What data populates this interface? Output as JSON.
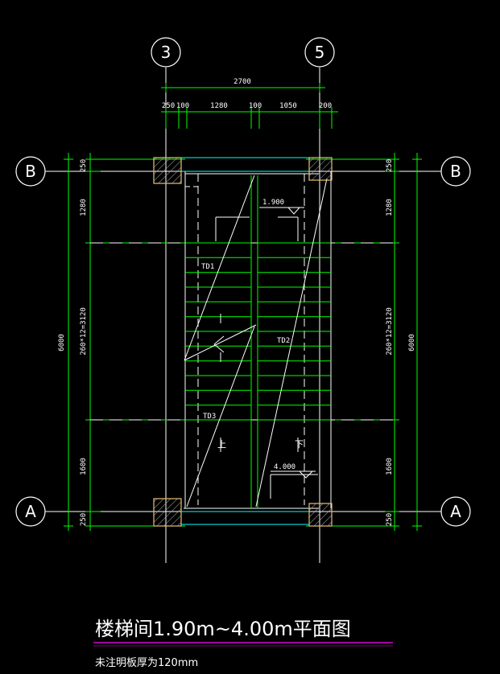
{
  "axes": {
    "top_left": "3",
    "top_right": "5",
    "left_top": "B",
    "right_top": "B",
    "left_bottom": "A",
    "right_bottom": "A"
  },
  "top_dims": {
    "total": "2700",
    "parts": [
      "250",
      "100",
      "1280",
      "100",
      "1050",
      "200"
    ]
  },
  "left_dims": {
    "total": "6000",
    "parts": [
      "250",
      "1280",
      "260*12=3120",
      "1600",
      "250"
    ]
  },
  "right_dims": {
    "total": "6000",
    "parts": [
      "250",
      "1280",
      "260*12=3120",
      "1600",
      "250"
    ]
  },
  "elevations": {
    "upper": "1.900",
    "lower": "4.000"
  },
  "stair_tags": {
    "td1": "TD1",
    "td2": "TD2",
    "td3": "TD3",
    "up": "上",
    "down": "下"
  },
  "title": "楼梯间1.90m~4.00m平面图",
  "note": "未注明板厚为120mm",
  "colors": {
    "grid": "#ffffff",
    "dim": "#00ff00",
    "wall": "#00ffff",
    "column": "#e8c070",
    "title_rule": "#ff00ff"
  }
}
